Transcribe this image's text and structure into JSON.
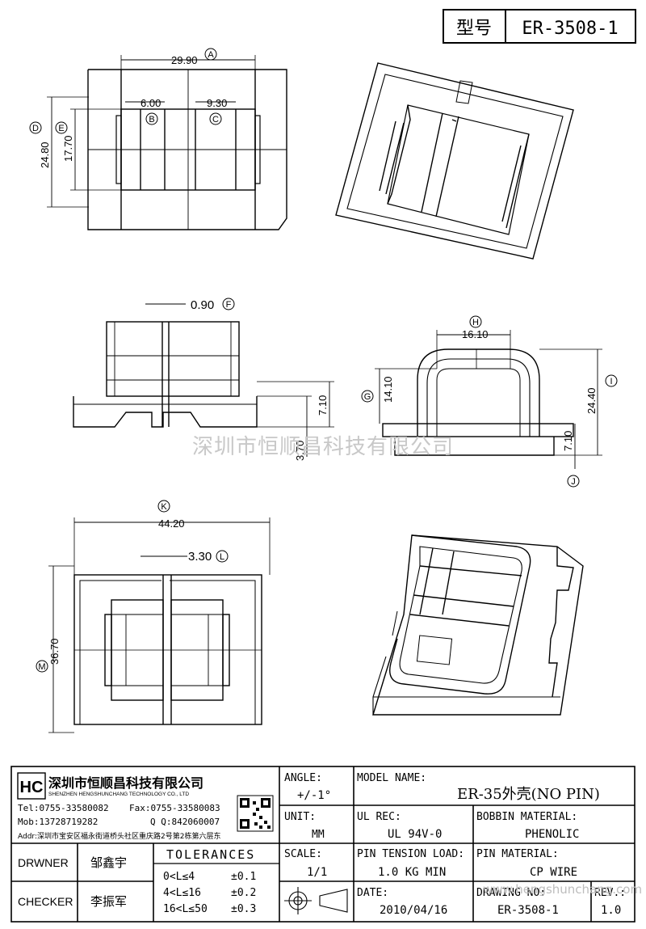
{
  "header": {
    "model_label": "型号",
    "model_value": "ER-3508-1"
  },
  "dimensions": {
    "A": "29.90",
    "B": "6.00",
    "C": "9.30",
    "D": "24.80",
    "E": "17.70",
    "F": "0.90",
    "G": "14.10",
    "H": "16.10",
    "I": "24.40",
    "J": "7.10",
    "K": "44.20",
    "L": "3.30",
    "M": "36.70",
    "side_h1": "7.10",
    "side_h2": "3.70"
  },
  "callouts": [
    "A",
    "B",
    "C",
    "D",
    "E",
    "F",
    "G",
    "H",
    "I",
    "J",
    "K",
    "L",
    "M"
  ],
  "watermark": "深圳市恒顺昌科技有限公司",
  "watermark_url": "www.hengshunchang.com",
  "company": {
    "name_cn": "深圳市恒顺昌科技有限公司",
    "name_en": "SHENZHEN HENGSHUNCHANG TECHNOLOGY CO., LTD",
    "tel": "Tel:0755-33580082",
    "fax": "Fax:0755-33580083",
    "mob": "Mob:13728719282",
    "qq": "Q  Q:842060007",
    "addr": "Addr:深圳市宝安区福永街道桥头社区重庆路2号第2栋第六层东"
  },
  "title_block": {
    "angle_label": "ANGLE:",
    "angle_value": "+/-1°",
    "model_name_label": "MODEL NAME:",
    "model_name_value": "ER-35外壳(NO PIN)",
    "unit_label": "UNIT:",
    "unit_value": "MM",
    "ul_label": "UL REC:",
    "ul_value": "UL 94V-0",
    "bobbin_label": "BOBBIN MATERIAL:",
    "bobbin_value": "PHENOLIC",
    "drawer_label": "DRWNER",
    "drawer_value": "邹鑫宇",
    "tolerances_label": "TOLERANCES",
    "tol_rows": [
      {
        "range": "0<L≤4",
        "value": "±0.1"
      },
      {
        "range": "4<L≤16",
        "value": "±0.2"
      },
      {
        "range": "16<L≤50",
        "value": "±0.3"
      }
    ],
    "scale_label": "SCALE:",
    "scale_value": "1/1",
    "pin_tension_label": "PIN TENSION LOAD:",
    "pin_tension_value": "1.0 KG MIN",
    "pin_material_label": "PIN MATERIAL:",
    "pin_material_value": "CP WIRE",
    "checker_label": "CHECKER",
    "checker_value": "李振军",
    "date_label": "DATE:",
    "date_value": "2010/04/16",
    "drawing_no_label": "DRAWING NO:",
    "drawing_no_value": "ER-3508-1",
    "rev_label": "REV.:",
    "rev_value": "1.0"
  }
}
